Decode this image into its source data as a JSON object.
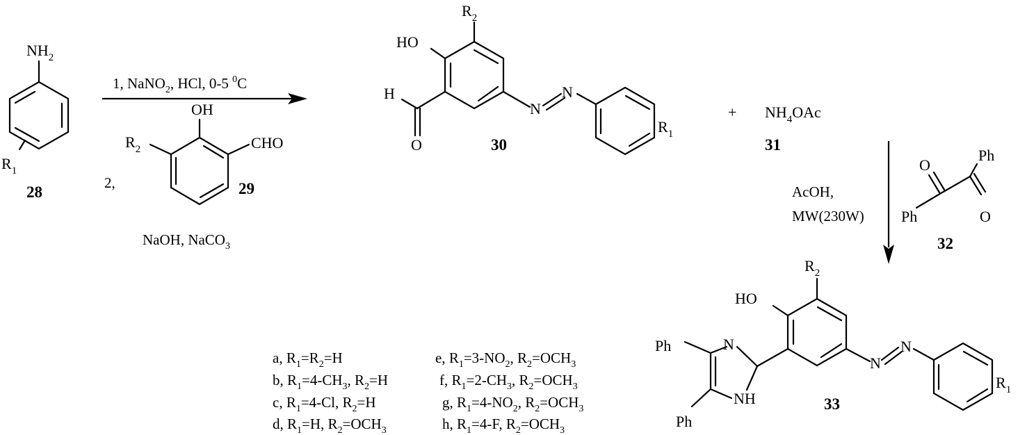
{
  "compounds": {
    "c28": {
      "number": "28",
      "substituent_top": "NH",
      "substituent_top_sub": "2",
      "substituent_r": "R",
      "substituent_r_sub": "1"
    },
    "c29": {
      "number": "29",
      "hydroxy": "OH",
      "aldehyde": "CHO",
      "r_label": "R",
      "r_sub": "2"
    },
    "c30": {
      "number": "30",
      "hydroxy": "HO",
      "r_label": "R",
      "r_sub": "2",
      "h_label": "H",
      "o_label": "O",
      "n1": "N",
      "n2": "N",
      "r1_label": "R",
      "r1_sub": "1"
    },
    "c31": {
      "number": "31",
      "pre": "NH",
      "sub": "4",
      "post": "OAc"
    },
    "c32": {
      "number": "32",
      "ph_top": "Ph",
      "ph_bottom": "Ph",
      "o_top": "O",
      "o_bottom": "O"
    },
    "c33": {
      "number": "33",
      "hydroxy": "HO",
      "r_label": "R",
      "r_sub": "2",
      "ph_top": "Ph",
      "ph_bottom": "Ph",
      "n_imid": "N",
      "nh_imid": "NH",
      "n1": "N",
      "n2": "N",
      "r1_label": "R",
      "r1_sub": "1"
    }
  },
  "plus_sign": "+",
  "step1": {
    "line1": {
      "a": "1, NaNO",
      "a_sub": "2",
      "b": ", HCl, 0-5 ",
      "sup": "0",
      "c": "C"
    },
    "line2_prefix": "2,",
    "line3": {
      "a": "NaOH, NaCO",
      "sub": "3"
    }
  },
  "step2": {
    "line1": "AcOH,",
    "line2": "MW(230W)"
  },
  "variants": [
    {
      "k": "a, R",
      "s1": "1",
      "m": "=R",
      "s2": "2",
      "t": "=H",
      "s3": ""
    },
    {
      "k": "b, R",
      "s1": "1",
      "m": "=4-CH",
      "s2": "3",
      "t": ", R",
      "s3": "2",
      "u": "=H"
    },
    {
      "k": "c, R",
      "s1": "1",
      "m": "=4-Cl, R",
      "s2": "2",
      "t": "=H",
      "s3": ""
    },
    {
      "k": "d, R",
      "s1": "1",
      "m": "=H, R",
      "s2": "2",
      "t": "=OCH",
      "s3": "3"
    },
    {
      "k": "e, R",
      "s1": "1",
      "m": "=3-NO",
      "s2": "2",
      "t": ", R",
      "s3": "2",
      "u": "=OCH",
      "s4": "3"
    },
    {
      "k": "f, R",
      "s1": "1",
      "m": "=2-CH",
      "s2": "3",
      "t": ", R",
      "s3": "2",
      "u": "=OCH",
      "s4": "3"
    },
    {
      "k": "g, R",
      "s1": "1",
      "m": "=4-NO",
      "s2": "2",
      "t": ", R",
      "s3": "2",
      "u": "=OCH",
      "s4": "3"
    },
    {
      "k": "h, R",
      "s1": "1",
      "m": "=4-F, R",
      "s2": "2",
      "t": "=OCH",
      "s3": "3"
    }
  ]
}
